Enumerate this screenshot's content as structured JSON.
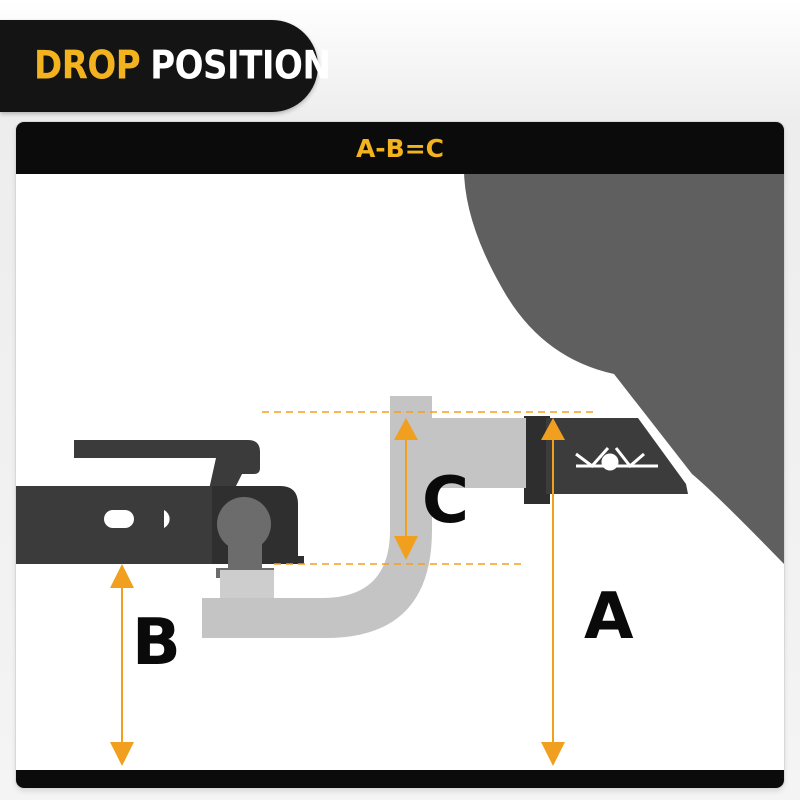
{
  "header": {
    "title_word_1": "DROP",
    "title_word_2": "POSITION"
  },
  "formula": {
    "text": "A-B=C"
  },
  "labels": {
    "a": "A",
    "b": "B",
    "c": "C"
  },
  "colors": {
    "accent": "#f2b31f",
    "dark": "#141414",
    "vehicle": "#5f5f5f",
    "receiver": "#3c3c3c",
    "mount": "#c4c4c4",
    "dimension": "#f0a01e"
  }
}
